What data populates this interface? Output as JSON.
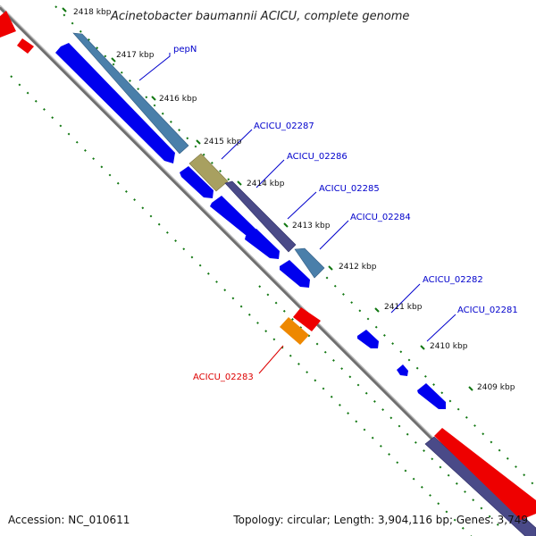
{
  "title": "Acinetobacter baumannii ACICU, complete genome",
  "ticks": [
    "2418 kbp",
    "2417 kbp",
    "2416 kbp",
    "2415 kbp",
    "2414 kbp",
    "2413 kbp",
    "2412 kbp",
    "2411 kbp",
    "2410 kbp",
    "2409 kbp"
  ],
  "gene_labels": {
    "pepN": "pepN",
    "acicu_02287": "ACICU_02287",
    "acicu_02286": "ACICU_02286",
    "acicu_02285": "ACICU_02285",
    "acicu_02284": "ACICU_02284",
    "acicu_02282": "ACICU_02282",
    "acicu_02281": "ACICU_02281",
    "acicu_02283": "ACICU_02283"
  },
  "footer": {
    "accession": "Accession: NC_010611",
    "topology": "Topology: circular; Length: 3,904,116 bp; Genes: 3,749"
  },
  "colors": {
    "backbone": "#777777",
    "forward_cds": "#0000ee",
    "reverse_cds": "#ee0000",
    "steel_blue": "#4a7faa",
    "olive": "#a8a060",
    "purple": "#4a4a88",
    "orange": "#ee8800",
    "tick_mark": "#117711",
    "label_blue": "#0000cc",
    "label_red": "#dd0000"
  }
}
